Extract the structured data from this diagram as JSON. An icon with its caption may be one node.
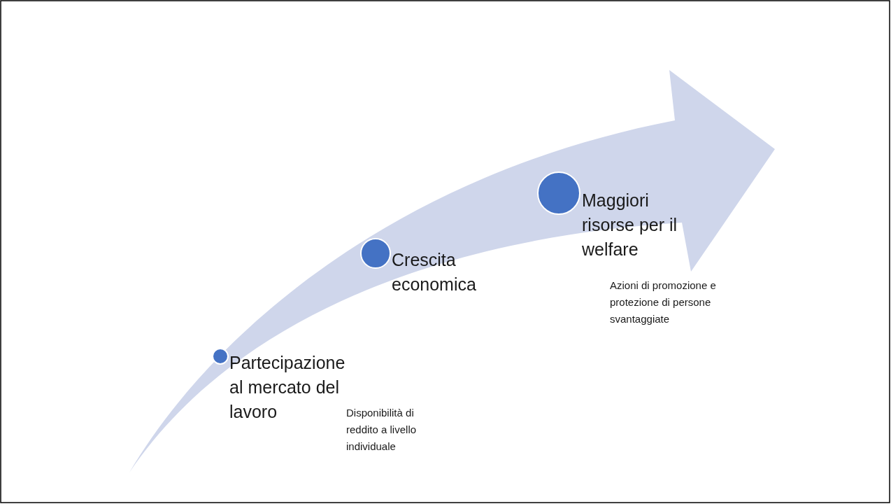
{
  "diagram": {
    "nodes": [
      {
        "text": [
          "Partecipazione al mercato del lavoro"
        ]
      },
      {
        "text": [
          "Crescita economica"
        ]
      },
      {
        "text": [
          "Maggiori risorse per il welfare"
        ]
      }
    ],
    "labels": [
      "Azioni di promozione e protezione di persone svantaggiate",
      "Disponibilità di reddito a livello individuale"
    ]
  }
}
